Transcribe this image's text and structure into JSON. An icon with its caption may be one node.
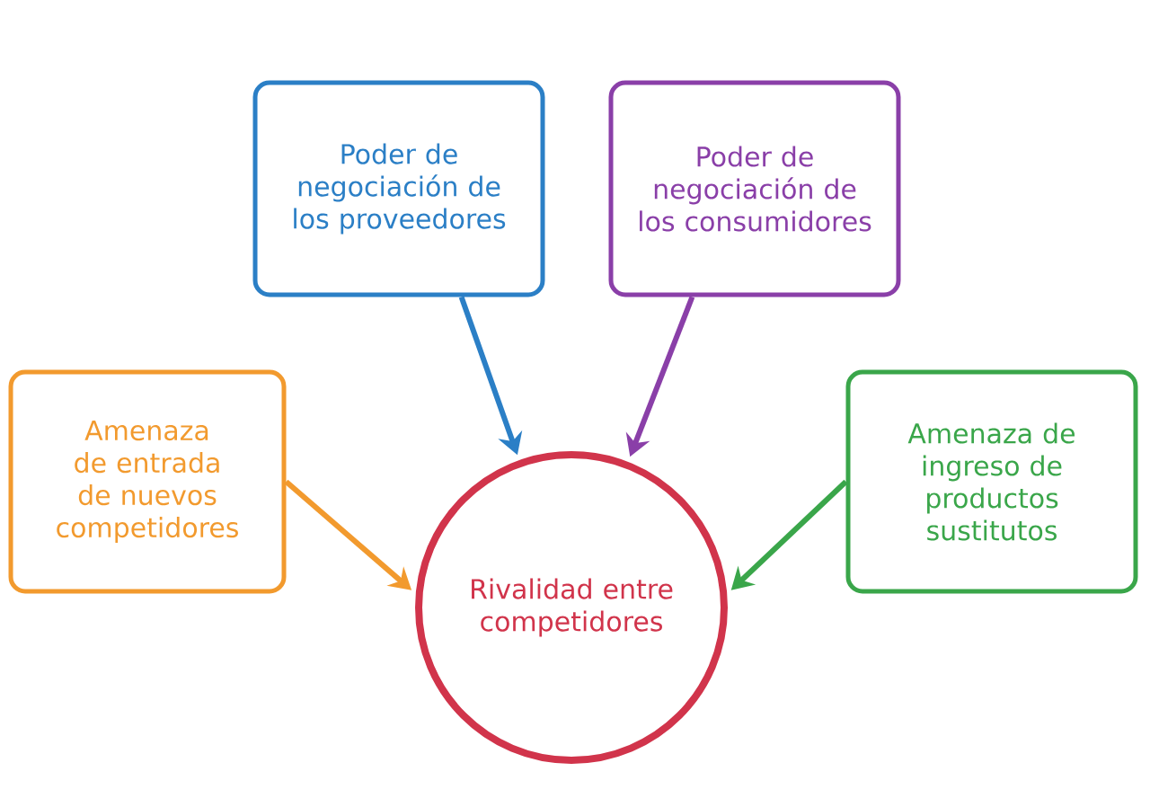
{
  "diagram": {
    "nodes": [
      {
        "text": [
          "Poder de negociación de los proveedores"
        ]
      },
      {
        "text": [
          "Poder de negociación de los consumidores"
        ]
      },
      {
        "text": [
          "Amenaza de entrada de nuevos competidores"
        ]
      },
      {
        "text": [
          "Amenaza de ingreso de productos sustitutos"
        ]
      },
      {
        "text": [
          "Rivalidad entre competidores"
        ]
      }
    ],
    "edges": [
      {
        "from": 0,
        "to": 4,
        "arrow": "to",
        "color": "#2b7fc6"
      },
      {
        "from": 1,
        "to": 4,
        "arrow": "to",
        "color": "#8a3fa8"
      },
      {
        "from": 2,
        "to": 4,
        "arrow": "to",
        "color": "#f29a2e"
      },
      {
        "from": 3,
        "to": 4,
        "arrow": "to",
        "color": "#3aa64a"
      }
    ]
  }
}
